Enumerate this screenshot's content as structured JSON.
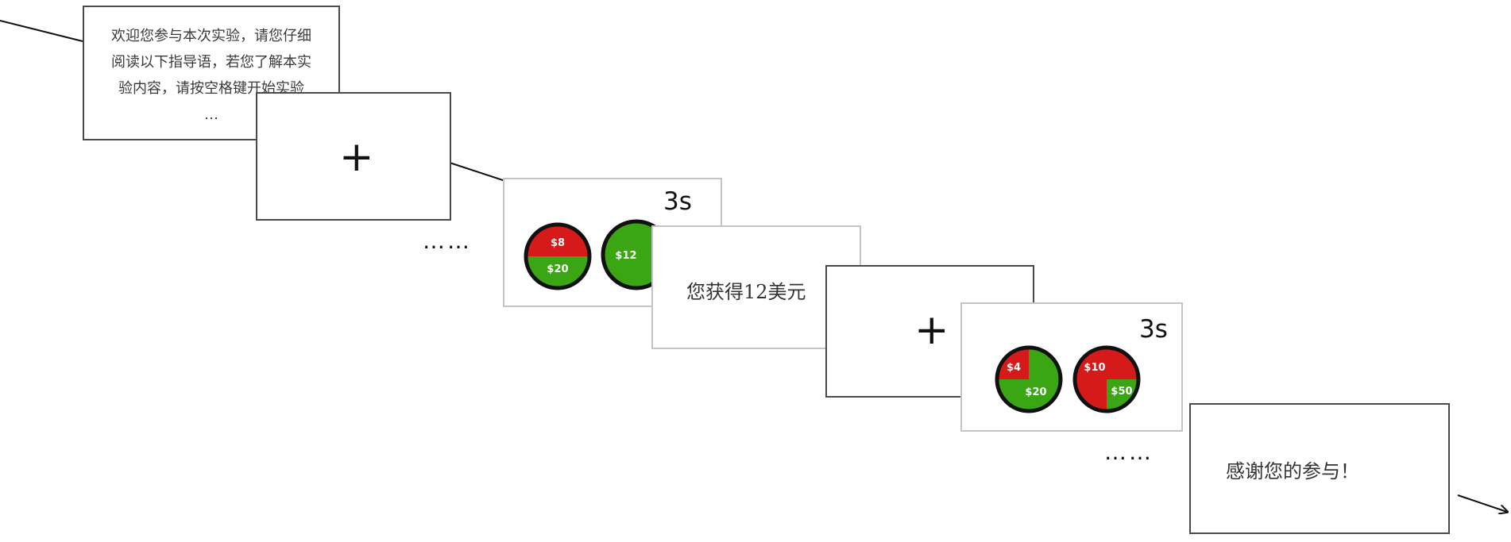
{
  "intro": {
    "text": "欢迎您参与本次实验，请您仔细\n阅读以下指导语，若您了解本实\n验内容，请按空格键开始实验\n…"
  },
  "fixation1": {
    "symbol": "+"
  },
  "trial1": {
    "duration": "3s",
    "gamble_left": {
      "top_label": "$8",
      "bottom_label": "$20",
      "top_share": 0.5,
      "bottom_share": 0.5
    },
    "gamble_right": {
      "label": "$12",
      "share": 1.0
    }
  },
  "feedback": {
    "text": "您获得12美元"
  },
  "fixation2": {
    "symbol": "+"
  },
  "trial2": {
    "duration": "3s",
    "gamble_left": {
      "small_label": "$4",
      "large_label": "$20",
      "small_share": 0.25,
      "large_share": 0.75
    },
    "gamble_right": {
      "large_label": "$10",
      "small_label": "$50",
      "large_share": 0.75,
      "small_share": 0.25
    }
  },
  "ellipsis1": "……",
  "ellipsis2": "……",
  "end": {
    "text": "感谢您的参与！"
  },
  "colors": {
    "win_green": "#3aa613",
    "loss_red": "#d61a1a",
    "outline": "#111111"
  }
}
